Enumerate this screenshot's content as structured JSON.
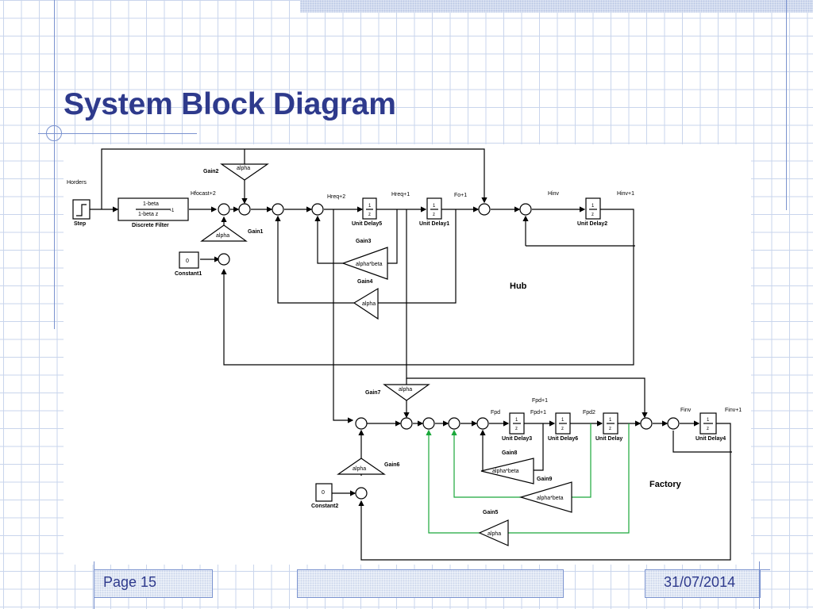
{
  "slide": {
    "title": "System Block Diagram",
    "page_label": "Page 15",
    "date": "31/07/2014"
  },
  "diagram": {
    "labels": {
      "horders": "Horders",
      "step": "Step",
      "filter_num": "1-beta",
      "filter_den": "1-beta z",
      "filter_exp": "-1",
      "discrete_filter": "Discrete Filter",
      "hforcast2": "Hfocast+2",
      "hreq2": "Hreq+2",
      "hreq1": "Hreq+1",
      "fo1": "Fo+1",
      "hinv": "Hinv",
      "hinv1": "Hinv+1",
      "hub": "Hub",
      "factory": "Factory",
      "fpd": "Fpd",
      "fpd1_top": "Fpd+1",
      "fpd1": "Fpd+1",
      "fpd2": "Fpd2",
      "finv": "Finv",
      "finv1": "Finv+1",
      "gain1": "Gain1",
      "gain2": "Gain2",
      "gain3": "Gain3",
      "gain4": "Gain4",
      "gain5": "Gain5",
      "gain6": "Gain6",
      "gain7": "Gain7",
      "gain8": "Gain8",
      "gain9": "Gain9",
      "constant1": "Constant1",
      "constant2": "Constant2",
      "const_value": "0",
      "alpha": "alpha",
      "alpha_beta": "alpha*beta",
      "unit_delay": "Unit Delay",
      "unit_delay1": "Unit Delay1",
      "unit_delay2": "Unit Delay2",
      "unit_delay3": "Unit Delay3",
      "unit_delay4": "Unit Delay4",
      "unit_delay5": "Unit Delay5",
      "unit_delay6": "Unit Delay6",
      "delay_num": "1",
      "delay_den": "z"
    },
    "colors": {
      "main_line": "#000000",
      "feedback_line": "#1aa83a"
    }
  }
}
